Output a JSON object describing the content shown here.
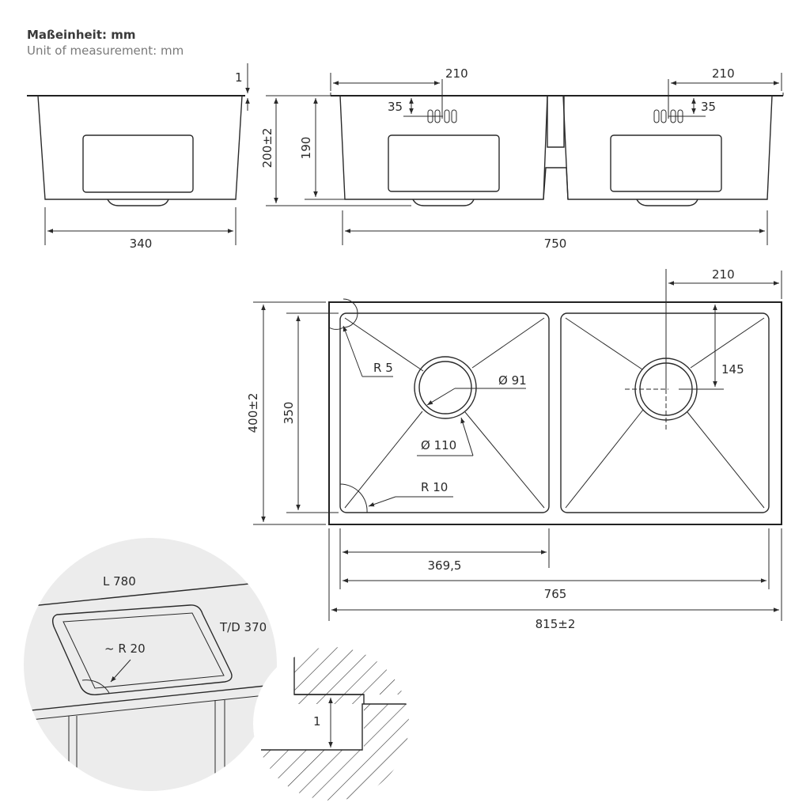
{
  "header": {
    "unit_de": "Maßeinheit: mm",
    "unit_en": "Unit of measurement: mm"
  },
  "side_view": {
    "thickness": "1",
    "width": "340"
  },
  "front_view": {
    "total_height": "200±2",
    "inner_height": "190",
    "tap_hole_left": "210",
    "tap_hole_right": "210",
    "tap_offset_left": "35",
    "tap_offset_right": "35",
    "width": "750"
  },
  "top_view": {
    "tap_hole_offset": "210",
    "outer_depth": "400±2",
    "inner_depth": "350",
    "corner_radius_outer": "R 5",
    "corner_radius_inner": "R 10",
    "drain_inner": "Ø 91",
    "drain_outer": "Ø 110",
    "tap_hole_depth": "145",
    "bowl_width": "369,5",
    "inner_width": "765",
    "outer_width": "815±2"
  },
  "detail_cutout": {
    "length": "L 780",
    "depth": "T/D 370",
    "radius": "~ R 20"
  },
  "detail_rim": {
    "thickness": "1"
  }
}
